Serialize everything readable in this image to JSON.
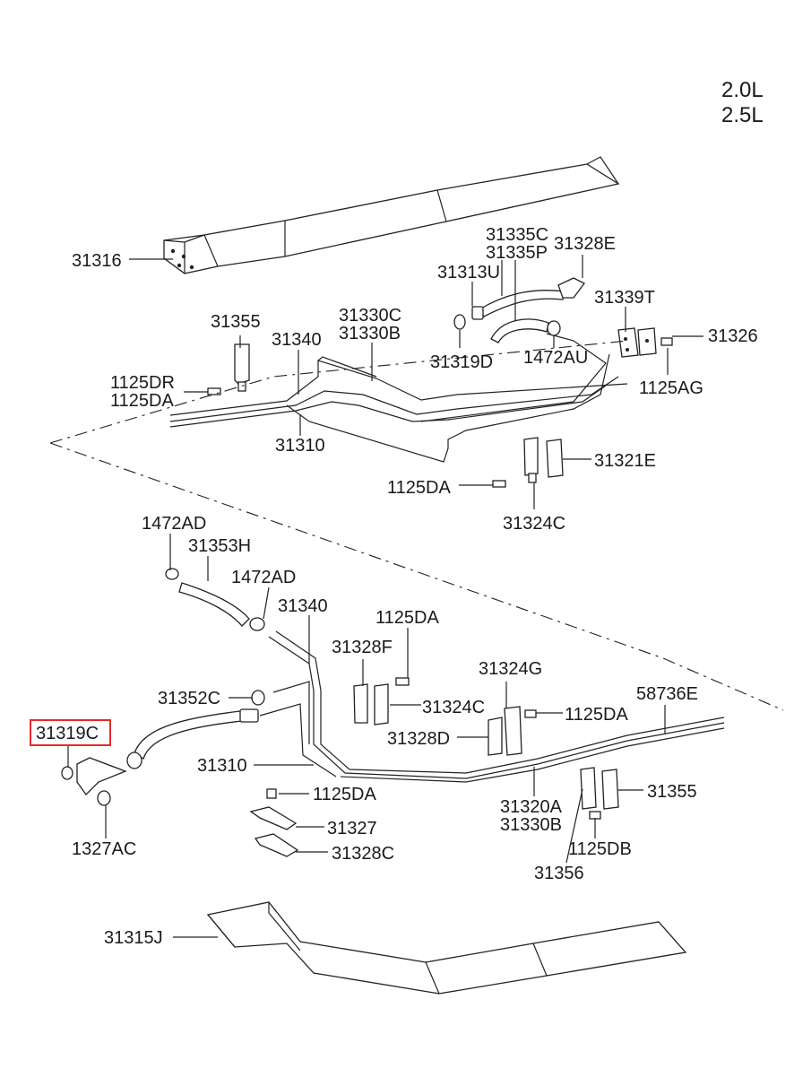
{
  "engine": {
    "line1": "2.0L",
    "line2": "2.5L"
  },
  "highlighted_part": "31319C",
  "labels": {
    "p31316": "31316",
    "p31335C": "31335C",
    "p31335P": "31335P",
    "p31328E": "31328E",
    "p31313U": "31313U",
    "p31339T": "31339T",
    "p31355_top": "31355",
    "p31330C": "31330C",
    "p31330B_top": "31330B",
    "p31340_top": "31340",
    "p31326": "31326",
    "p31319D": "31319D",
    "p1472AU": "1472AU",
    "p1125DR": "1125DR",
    "p1125DA_a": "1125DA",
    "p1125AG": "1125AG",
    "p31310_top": "31310",
    "p31321E": "31321E",
    "p1125DA_b": "1125DA",
    "p31324C_top": "31324C",
    "p1472AD_a": "1472AD",
    "p31353H": "31353H",
    "p1472AD_b": "1472AD",
    "p31340_bot": "31340",
    "p1125DA_c": "1125DA",
    "p31328F": "31328F",
    "p31324G": "31324G",
    "p31352C": "31352C",
    "p31324C_bot": "31324C",
    "p1125DA_d": "1125DA",
    "p58736E": "58736E",
    "p31319C": "31319C",
    "p31328D": "31328D",
    "p31310_bot": "31310",
    "p1125DA_e": "1125DA",
    "p31320A": "31320A",
    "p31330B_bot": "31330B",
    "p31355_bot": "31355",
    "p31327": "31327",
    "p1327AC": "1327AC",
    "p31328C": "31328C",
    "p1125DB": "1125DB",
    "p31356": "31356",
    "p31315J": "31315J"
  }
}
